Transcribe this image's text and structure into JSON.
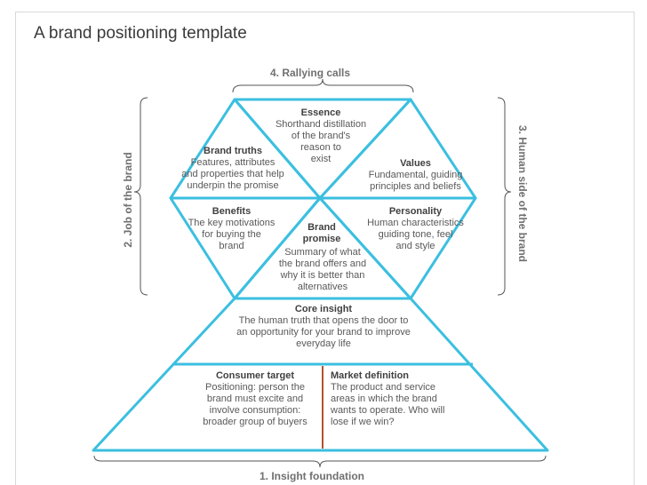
{
  "title": "A brand positioning template",
  "rallying_calls": "4. Rallying calls",
  "job_of_brand": "2. Job of the brand",
  "human_side": "3. Human side of the brand",
  "insight_foundation": "1. Insight foundation",
  "boxes": {
    "essence": {
      "heading": "Essence",
      "body": [
        "Shorthand distillation",
        "of the brand's",
        "reason to",
        "exist"
      ]
    },
    "brand_truths": {
      "heading": "Brand truths",
      "body": [
        "Features, attributes",
        "and properties that help",
        "underpin the promise"
      ]
    },
    "values": {
      "heading": "Values",
      "body": [
        "Fundamental, guiding",
        "principles and beliefs"
      ]
    },
    "benefits": {
      "heading": "Benefits",
      "body": [
        "The key motivations",
        "for buying the",
        "brand"
      ]
    },
    "brand_promise": {
      "heading": [
        "Brand",
        "promise"
      ],
      "body": [
        "Summary of what",
        "the brand offers and",
        "why it is better than",
        "alternatives"
      ]
    },
    "personality": {
      "heading": "Personality",
      "body": [
        "Human characteristics",
        "guiding tone, feel",
        "and style"
      ]
    },
    "core_insight": {
      "heading": "Core insight",
      "body": [
        "The human truth that opens the door to",
        "an opportunity for your brand to improve",
        "everyday life"
      ]
    },
    "consumer_target": {
      "heading": "Consumer target",
      "body": [
        "Positioning: person the",
        "brand must excite and",
        "involve consumption:",
        "broader group of buyers"
      ]
    },
    "market_definition": {
      "heading": "Market definition",
      "body": [
        "The product and service",
        "areas in which the brand",
        "wants to operate.  Who will",
        "lose if we win?"
      ]
    }
  },
  "colors": {
    "line": "#3bbfe0",
    "divider": "#b5522a",
    "brace": "#555555",
    "text": "#595959"
  }
}
